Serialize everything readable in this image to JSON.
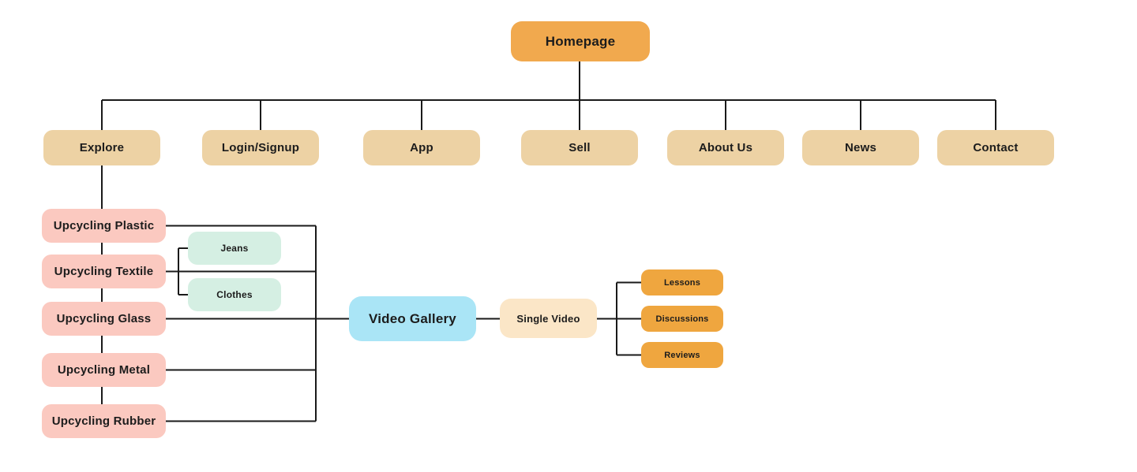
{
  "palette": {
    "orange": "#F1A94E",
    "orange_deep": "#EFA63F",
    "tan": "#EDD2A4",
    "pink": "#FBC9C0",
    "mint": "#D5EFE3",
    "blue": "#AAE5F6",
    "peach": "#FBE6C7",
    "line": "#1A1A1A"
  },
  "sitemap": {
    "homepage": "Homepage",
    "nav": [
      "Explore",
      "Login/Signup",
      "App",
      "Sell",
      "About Us",
      "News",
      "Contact"
    ],
    "explore_children": [
      "Upcycling Plastic",
      "Upcycling Textile",
      "Upcycling Glass",
      "Upcycling Metal",
      "Upcycling Rubber"
    ],
    "textile_children": [
      "Jeans",
      "Clothes"
    ],
    "video_gallery": "Video Gallery",
    "single_video": "Single Video",
    "single_video_children": [
      "Lessons",
      "Discussions",
      "Reviews"
    ]
  }
}
